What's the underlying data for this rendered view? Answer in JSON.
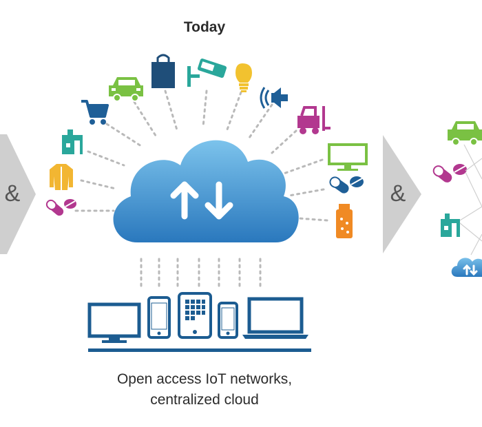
{
  "heading": "Today",
  "separator_symbol": "&",
  "caption": {
    "line1": "Open access IoT networks,",
    "line2": "centralized cloud"
  },
  "icons": [
    "pill-capsules-icon",
    "jacket-icon",
    "factory-icon",
    "shopping-cart-icon",
    "car-icon",
    "shopping-bag-icon",
    "security-camera-icon",
    "light-bulb-icon",
    "speaker-icon",
    "forklift-icon",
    "monitor-icon",
    "pill-capsules-icon",
    "bottle-icon"
  ],
  "devices": [
    "desktop-monitor-icon",
    "smartphone-icon",
    "tablet-icon",
    "smartphone-icon",
    "laptop-icon"
  ],
  "colors": {
    "cloud_dark": "#2f7fc0",
    "cloud_light": "#6fb7e6",
    "device_blue": "#1c5c91",
    "green": "#7ac143",
    "teal": "#2aa79b",
    "magenta": "#b2388f",
    "orange": "#f08a24",
    "yellow": "#f2c22f",
    "navy": "#1f4e79",
    "arrow_gray": "#c8c8c8",
    "dot_gray": "#b5b5b5"
  }
}
